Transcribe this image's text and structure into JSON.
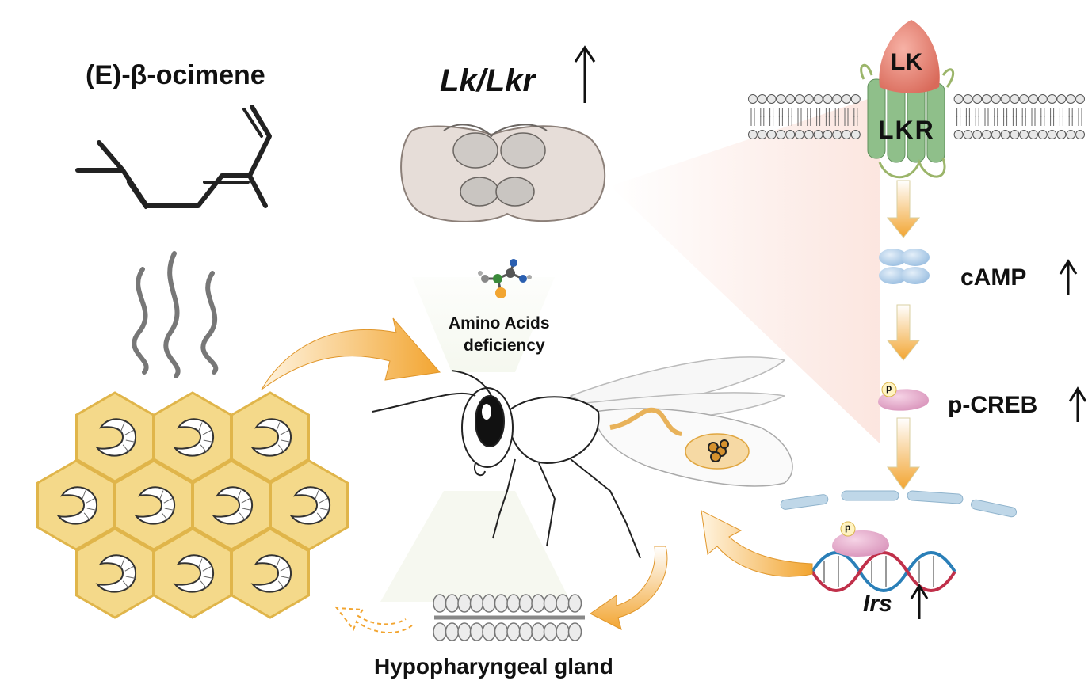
{
  "title_compound": "(E)-β-ocimene",
  "brain_label": "Lk/Lkr",
  "amino_label_line1": "Amino Acids",
  "amino_label_line2": "deficiency",
  "gland_label": "Hypopharyngeal gland",
  "lk_label": "LK",
  "lkr_label": "LKR",
  "camp_label": "cAMP",
  "pcreb_label": "p-CREB",
  "irs_label": "Irs",
  "phospho_label": "p",
  "up_arrow": "↑",
  "colors": {
    "honeycomb": "#f4d98a",
    "honeycomb_edge": "#e0b54a",
    "arrow_orange": "#f2a531",
    "receptor_green": "#8fbf8a",
    "lk_red": "#e07a6a",
    "camp_blue": "#a9c8e6",
    "creb_pink": "#e7b1cc",
    "dna_red": "#c0304a",
    "dna_blue": "#2a7fb8"
  },
  "icons": [
    "wavy-odor-lines",
    "brain",
    "honey-bee",
    "larva",
    "dna-helix",
    "amino-acid-molecule",
    "membrane"
  ]
}
